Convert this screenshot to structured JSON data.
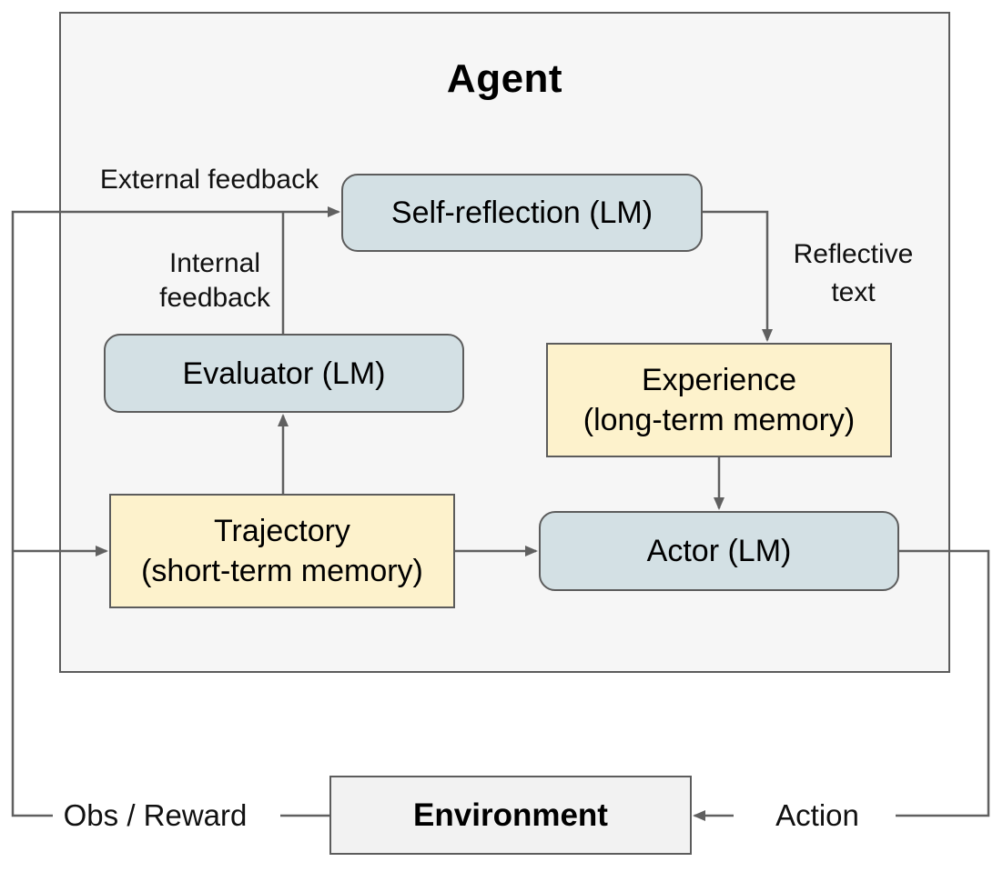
{
  "diagram": {
    "title": "Agent",
    "nodes": {
      "self_reflection": {
        "label": "Self-reflection (LM)"
      },
      "evaluator": {
        "label": "Evaluator (LM)"
      },
      "experience": {
        "label": "Experience",
        "sublabel": "(long-term memory)"
      },
      "trajectory": {
        "label": "Trajectory",
        "sublabel": "(short-term memory)"
      },
      "actor": {
        "label": "Actor (LM)"
      },
      "environment": {
        "label": "Environment"
      }
    },
    "edge_labels": {
      "external_feedback": "External feedback",
      "internal_feedback": "Internal feedback",
      "reflective_text": "Reflective text",
      "obs_reward": "Obs / Reward",
      "action": "Action"
    },
    "colors": {
      "lm_fill": "#d3e0e4",
      "memory_fill": "#fdf2cc",
      "environment_fill": "#f2f2f2",
      "agent_fill": "#f6f6f6",
      "stroke": "#606060",
      "text": "#000000"
    }
  }
}
